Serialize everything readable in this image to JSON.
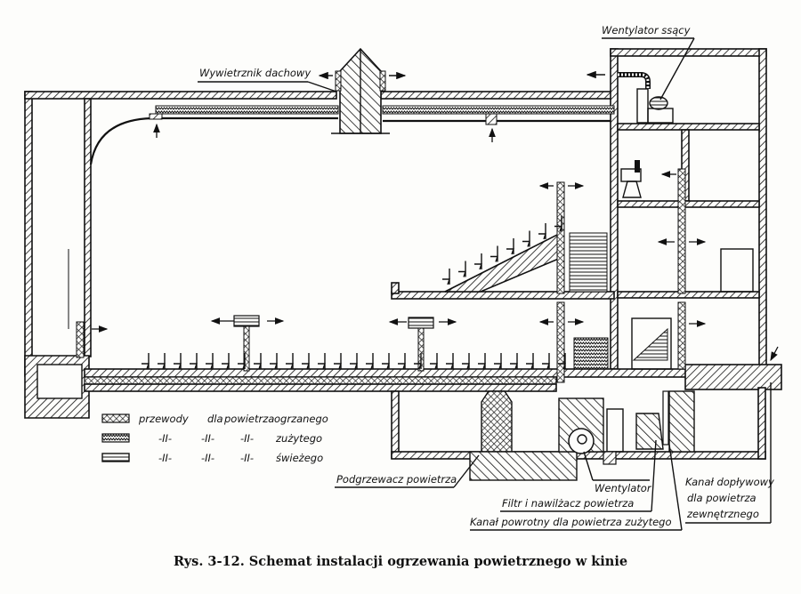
{
  "figure": {
    "caption": "Rys. 3-12. Schemat instalacji ogrzewania powietrznego w kinie"
  },
  "labels": {
    "roof_ventilator": "Wywietrznik dachowy",
    "suction_fan": "Wentylator ssący",
    "air_preheater": "Podgrzewacz powietrza",
    "fan": "Wentylator",
    "filter_humidifier": "Filtr i nawilżacz powietrza",
    "return_duct": "Kanał powrotny dla powietrza zużytego",
    "intake_duct_line1": "Kanał dopływowy",
    "intake_duct_line2": "dla powietrza",
    "intake_duct_line3": "zewnętrznego"
  },
  "legend": {
    "items": [
      {
        "pattern": "crosshatch",
        "col1": "przewody",
        "col2": "dla",
        "col3": "powietrza",
        "desc": "ogrzanego"
      },
      {
        "pattern": "wavy",
        "col1": "-II-",
        "col2": "-II-",
        "col3": "-II-",
        "desc": "zużytego"
      },
      {
        "pattern": "light",
        "col1": "-II-",
        "col2": "-II-",
        "col3": "-II-",
        "desc": "świeżego"
      }
    ]
  }
}
